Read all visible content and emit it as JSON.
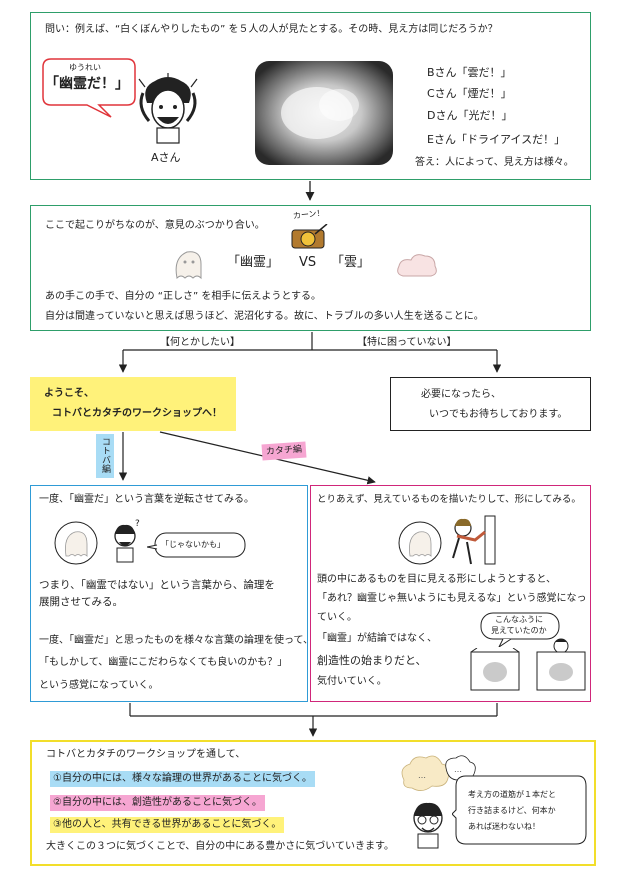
{
  "colors": {
    "green": "#2e9e6a",
    "blue": "#2f9bd6",
    "magenta": "#d0267a",
    "yellow_border": "#f2de2a",
    "yellow_fill": "#fff27a",
    "red": "#e0343a",
    "hl_blue": "#a8dcf5",
    "hl_pink": "#f6a6d2",
    "hl_yellow": "#fff27a"
  },
  "box1": {
    "question": "問い：例えば、“白くぼんやりしたもの” を５人の人が見たとする。その時、見え方は同じだろうか？",
    "bubble_ruby": "ゆうれい",
    "bubble_text": "「幽霊だ！」",
    "person_label": "Aさん",
    "answers": [
      "Bさん「雲だ！」",
      "Cさん「煙だ！」",
      "Dさん「光だ！」",
      "Eさん「ドライアイスだ！」"
    ],
    "conclusion": "答え：人によって、見え方は様々。"
  },
  "box2": {
    "line1": "ここで起こりがちなのが、意見のぶつかり合い。",
    "gong": "カーン！",
    "versus_left": "「幽霊」",
    "versus_mid": "VS",
    "versus_right": "「雲」",
    "line2": "あの手この手で、自分の “正しさ” を相手に伝えようとする。",
    "line3": "自分は間違っていないと思えば思うほど、泥沼化する。故に、トラブルの多い人生を送ることに。"
  },
  "branch": {
    "left_label": "【何とかしたい】",
    "right_label": "【特に困っていない】"
  },
  "welcome": {
    "line1": "ようこそ、",
    "line2": "コトバとカタチのワークショップへ！"
  },
  "right_box": {
    "line1": "必要になったら、",
    "line2": "いつでもお待ちしております。"
  },
  "tags": {
    "kotoba": "コトバ編",
    "katachi": "カタチ編"
  },
  "kotoba_box": {
    "line1": "一度、「幽霊だ」という言葉を逆転させてみる。",
    "speech": "「じゃないかも」",
    "line2": "つまり、「幽霊ではない」という言葉から、論理を",
    "line3": "展開させてみる。",
    "line4": "一度、「幽霊だ」と思ったものを様々な言葉の論理を使って、",
    "line5": "「もしかして、幽霊にこだわらなくても良いのかも？」",
    "line6": "という感覚になっていく。"
  },
  "katachi_box": {
    "line1": "とりあえず、見えているものを描いたりして、形にしてみる。",
    "line2": "頭の中にあるものを目に見える形にしようとすると、",
    "line3": "「あれ？幽霊じゃ無いようにも見えるな」という感覚になっ",
    "line4": "ていく。",
    "line5": "「幽霊」が結論ではなく、",
    "line6": "創造性の始まりだと、",
    "line7": "気付いていく。",
    "speech_a": "こんなふうに",
    "speech_b": "見えていたのか"
  },
  "final_box": {
    "intro": "コトバとカタチのワークショップを通して、",
    "point1": "①自分の中には、様々な論理の世界があることに気づく。",
    "point2": "②自分の中には、創造性があることに気づく。",
    "point3": "③他の人と、共有できる世界があることに気づく。",
    "closing": "大きくこの３つに気づくことで、自分の中にある豊かさに気づいていきます。",
    "side_a": "考え方の道筋が１本だと",
    "side_b": "行き詰まるけど、何本か",
    "side_c": "あれば迷わないね！"
  }
}
